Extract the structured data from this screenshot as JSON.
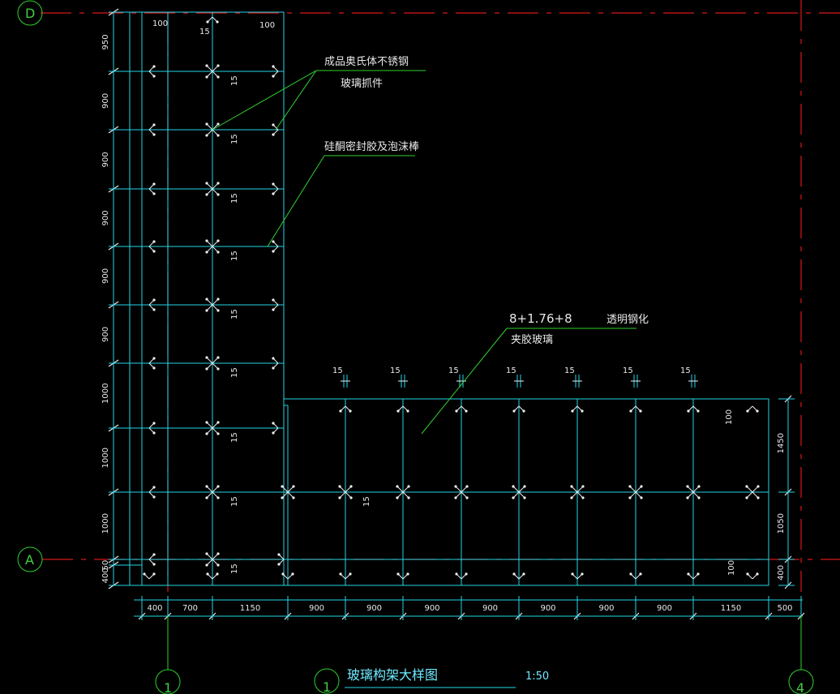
{
  "axes": {
    "D": "D",
    "A": "A",
    "one": "1",
    "four": "4"
  },
  "labels": {
    "clamp_line1": "成品奥氏体不锈钢",
    "clamp_line2": "玻璃抓件",
    "sealant": "硅酮密封胶及泡沫棒",
    "glass_spec": "8+1.76+8",
    "glass_tempered": "透明钢化",
    "glass_laminated": "夹胶玻璃"
  },
  "title": {
    "number": "1",
    "text": "玻璃构架大样图",
    "scale": "1:50"
  },
  "dims": {
    "left": [
      "950",
      "900",
      "900",
      "900",
      "900",
      "900",
      "1000",
      "1000",
      "1000",
      "50",
      "400"
    ],
    "bottom": [
      "400",
      "700",
      "1150",
      "900",
      "900",
      "900",
      "900",
      "900",
      "900",
      "900",
      "1150",
      "500"
    ],
    "right": [
      "1450",
      "1050",
      "400"
    ],
    "top_100_left": "100",
    "top_15": "15",
    "top_100_right": "100",
    "gap": "15",
    "edge_100": "100"
  },
  "colors": {
    "background": "#000000",
    "frame": "#25d6e6",
    "axis_line": "#d81818",
    "leader": "#30d030",
    "text": "#e8e8e8"
  }
}
